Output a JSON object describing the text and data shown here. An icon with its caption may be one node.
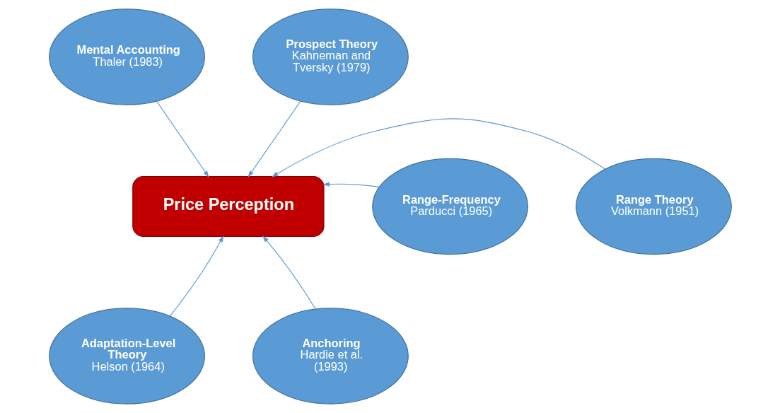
{
  "diagram": {
    "nodes": [
      {
        "text": [
          "Price Perception"
        ]
      },
      {
        "text": [
          "Mental Accounting",
          "Thaler (1983)"
        ]
      },
      {
        "text": [
          "Prospect Theory",
          "Kahneman and Tversky (1979)"
        ]
      },
      {
        "text": [
          "Range-Frequency",
          "Parducci (1965)"
        ]
      },
      {
        "text": [
          "Range Theory",
          "Volkmann (1951)"
        ]
      },
      {
        "text": [
          "Adaptation-Level Theory",
          "Helson (1964)"
        ]
      },
      {
        "text": [
          "Anchoring",
          "Hardie et al. (1993)"
        ]
      }
    ],
    "edges": [
      {
        "from": 1,
        "to": 0,
        "arrow": "to"
      },
      {
        "from": 2,
        "to": 0,
        "arrow": "to"
      },
      {
        "from": 3,
        "to": 0,
        "arrow": "to"
      },
      {
        "from": 4,
        "to": 0,
        "arrow": "to"
      },
      {
        "from": 5,
        "to": 0,
        "arrow": "to"
      },
      {
        "from": 6,
        "to": 0,
        "arrow": "to"
      }
    ]
  }
}
